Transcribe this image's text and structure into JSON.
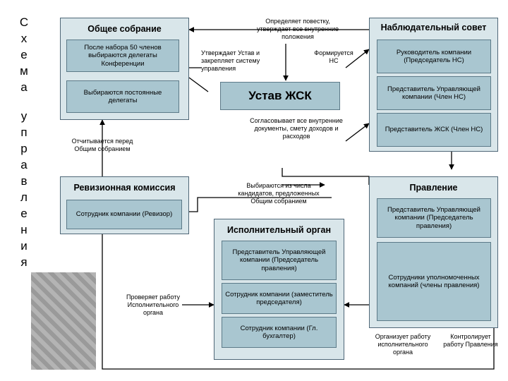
{
  "title_letters": [
    "С",
    "х",
    "е",
    "м",
    "а",
    "",
    "у",
    "п",
    "р",
    "а",
    "в",
    "л",
    "е",
    "н",
    "и",
    "я"
  ],
  "general_meeting": {
    "title": "Общее собрание",
    "box1": "После набора 50 членов выбираются делегаты Конференции",
    "box2": "Выбираются постоянные делегаты"
  },
  "supervisory_board": {
    "title": "Наблюдательный совет",
    "box1": "Руководитель компании (Председатель НС)",
    "box2": "Представитель Управляющей компании (Член НС)",
    "box3": "Представитель ЖСК (Член НС)"
  },
  "charter": {
    "title": "Устав ЖСК"
  },
  "audit": {
    "title": "Ревизионная комиссия",
    "box1": "Сотрудник компании (Ревизор)"
  },
  "executive": {
    "title": "Исполнительный орган",
    "box1": "Представитель Управляющей компании (Председатель правления)",
    "box2": "Сотрудник компании (заместитель председателя)",
    "box3": "Сотрудник компании (Гл. бухгалтер)"
  },
  "board": {
    "title": "Правление",
    "box1": "Представитель Управляющей компании (Председатель правления)",
    "box2": "Сотрудники уполномоченных компаний (члены правления)"
  },
  "notes": {
    "agenda": "Определяет повестку, утверждает все внутренние положения",
    "approves": "Утверждает Устав и закрепляет систему управления",
    "formed": "Формируется НС",
    "agrees": "Согласовывает все внутренние документы, смету доходов и расходов",
    "reports": "Отчитывается перед Общим собранием",
    "elected": "Выбираются из числа кандидатов, предложенных Общим собранием",
    "checks": "Проверяет работу Исполнительного органа",
    "organizes": "Организует работу исполнительного органа",
    "controls": "Контролирует работу Правления"
  },
  "colors": {
    "outer": "#d9e6ea",
    "inner": "#a9c6d0",
    "border": "#4f6777"
  }
}
